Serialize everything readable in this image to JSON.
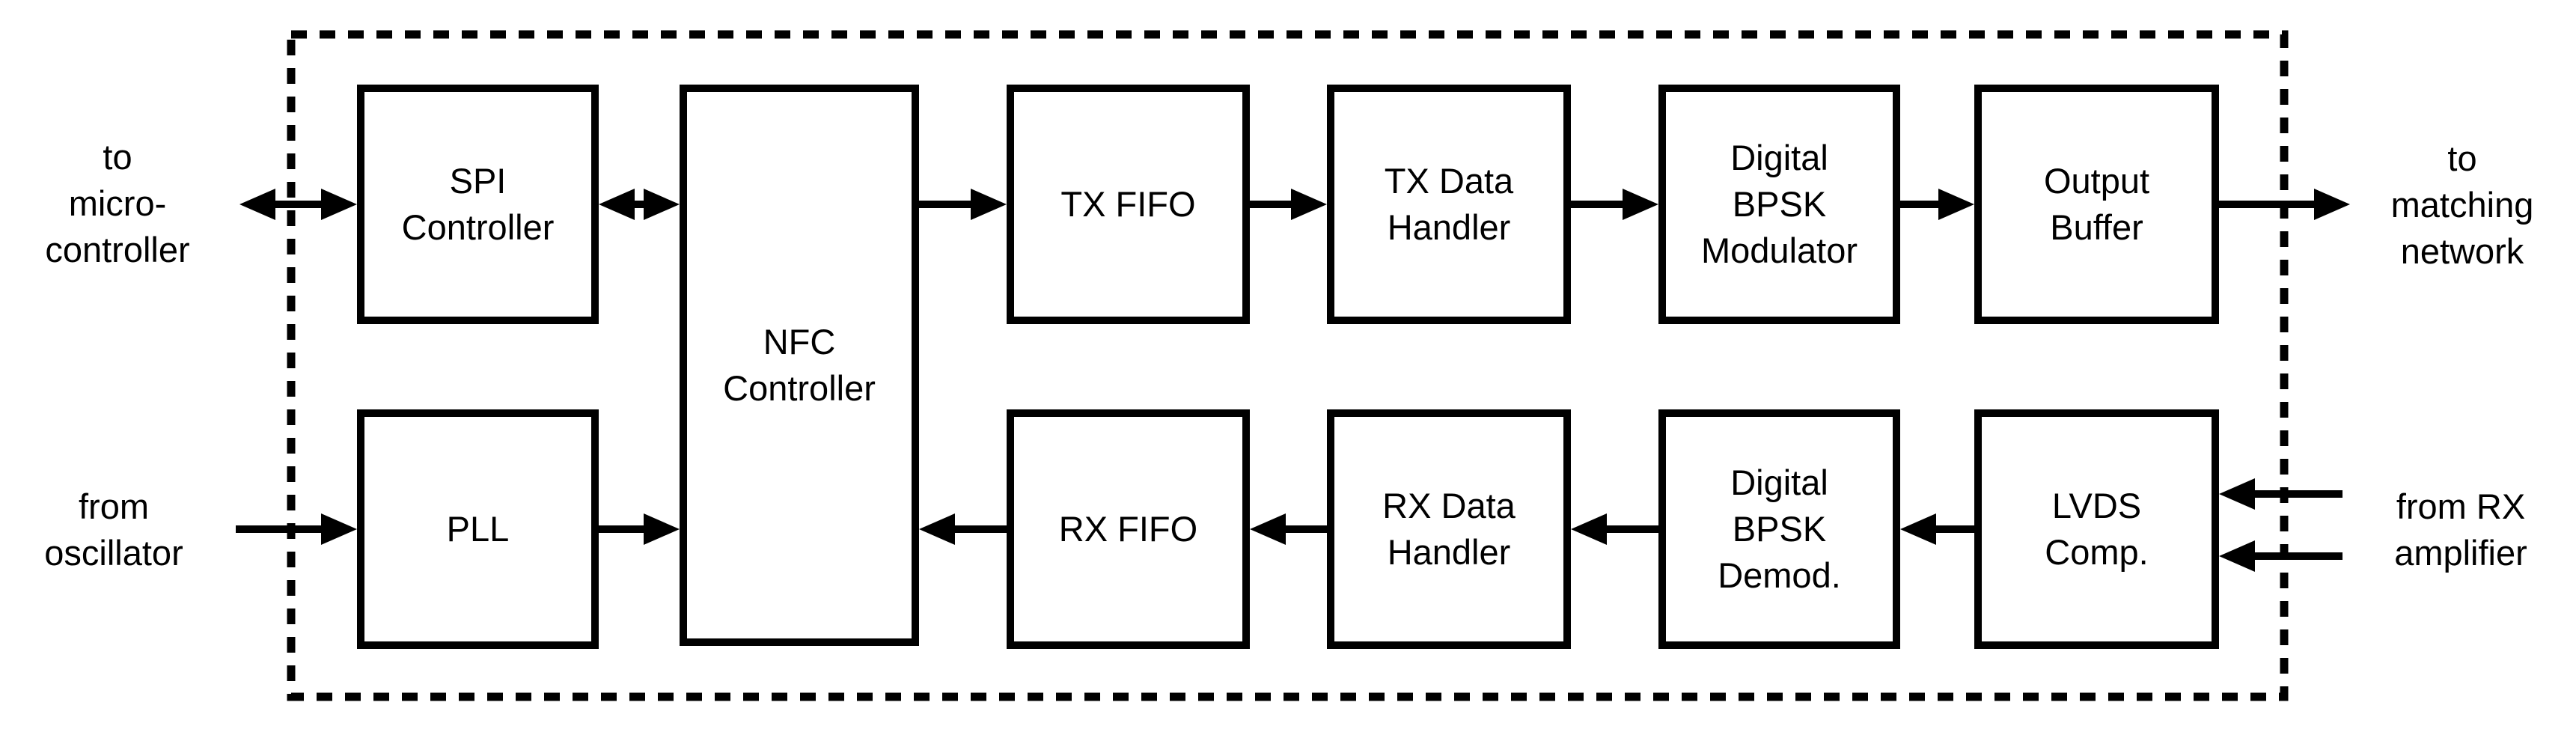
{
  "diagram": {
    "kind": "block-diagram",
    "subject": "NFC transceiver IC architecture"
  },
  "colors": {
    "line": "#000000",
    "background": "#ffffff"
  },
  "blocks": {
    "spi_controller": {
      "label": "SPI\nController"
    },
    "nfc_controller": {
      "label": "NFC\nController"
    },
    "tx_fifo": {
      "label": "TX FIFO"
    },
    "tx_data_handler": {
      "label": "TX Data\nHandler"
    },
    "digital_bpsk_modulator": {
      "label": "Digital\nBPSK\nModulator"
    },
    "output_buffer": {
      "label": "Output\nBuffer"
    },
    "pll": {
      "label": "PLL"
    },
    "rx_fifo": {
      "label": "RX FIFO"
    },
    "rx_data_handler": {
      "label": "RX Data\nHandler"
    },
    "digital_bpsk_demod": {
      "label": "Digital\nBPSK\nDemod."
    },
    "lvds_comp": {
      "label": "LVDS\nComp."
    }
  },
  "external_labels": {
    "to_microcontroller": "to\nmicro-\ncontroller",
    "from_oscillator": "from\noscillator",
    "to_matching_network": "to\nmatching\nnetwork",
    "from_rx_amplifier": "from RX\namplifier"
  }
}
